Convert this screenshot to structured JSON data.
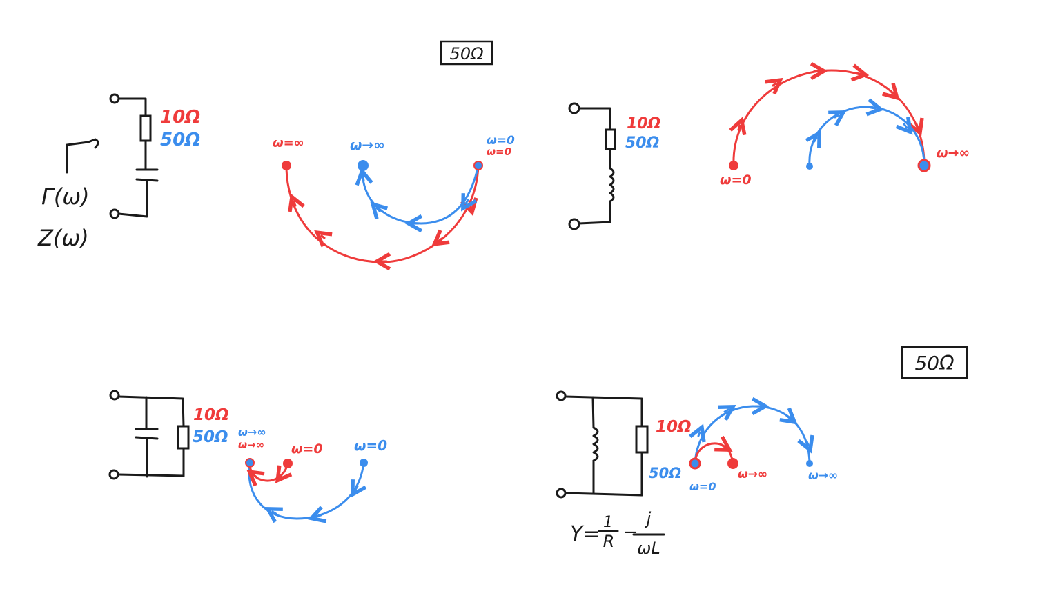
{
  "colors": {
    "red": "#ef3b3b",
    "blue": "#3b8ded",
    "ink": "#1a1a1a"
  },
  "ref_labels": [
    "50Ω",
    "50Ω"
  ],
  "left_labels": {
    "gamma": "Γ(ω)",
    "z": "Z(ω)"
  },
  "top_left": {
    "r_red": "10Ω",
    "r_blue": "50Ω",
    "lbl_w_inf_red": "ω=∞",
    "lbl_w_inf_blue": "ω→∞",
    "lbl_w0_blue": "ω=0",
    "lbl_w0_red": "ω=0"
  },
  "top_right": {
    "r_red": "10Ω",
    "r_blue": "50Ω",
    "lbl_w0": "ω=0",
    "lbl_w_inf": "ω→∞"
  },
  "bottom_left": {
    "r_red": "10Ω",
    "r_blue": "50Ω",
    "lbl_inf_blue": "ω→∞",
    "lbl_inf_red": "ω→∞",
    "lbl_w0_red": "ω=0",
    "lbl_w0_blue": "ω=0"
  },
  "bottom_right": {
    "r_red": "10Ω",
    "r_blue": "50Ω",
    "lbl_w0": "ω=0",
    "lbl_inf_red": "ω→∞",
    "lbl_inf_blue": "ω→∞",
    "formula_y": "Y=",
    "formula_num1": "1",
    "formula_den1": "R",
    "formula_minus": "−",
    "formula_num2": "j",
    "formula_den2": "ωL"
  }
}
